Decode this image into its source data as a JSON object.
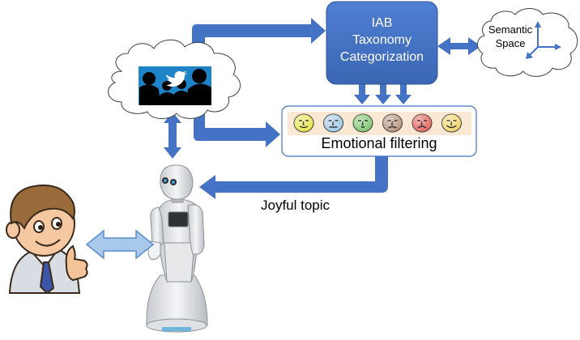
{
  "diagram": {
    "iab_box": {
      "line1": "IAB",
      "line2": "Taxonomy",
      "line3": "Categorization"
    },
    "semantic_cloud": {
      "line1": "Semantic",
      "line2": "Space"
    },
    "emotional_filter": {
      "label": "Emotional filtering",
      "face_count": 6,
      "face_colors": [
        "#e4e34a",
        "#9fc8e6",
        "#7cc56c",
        "#b5907c",
        "#e3605a",
        "#f3d465"
      ]
    },
    "joyful_label": "Joyful topic",
    "colors": {
      "arrow_blue": "#4472c4",
      "box_fill": "#4472c4",
      "light_arrow": "#9dc3e6",
      "cloud_stroke": "#404040"
    },
    "icons": [
      "twitter-bird-icon",
      "robot-icon",
      "user-avatar-icon",
      "axes-icon"
    ]
  }
}
